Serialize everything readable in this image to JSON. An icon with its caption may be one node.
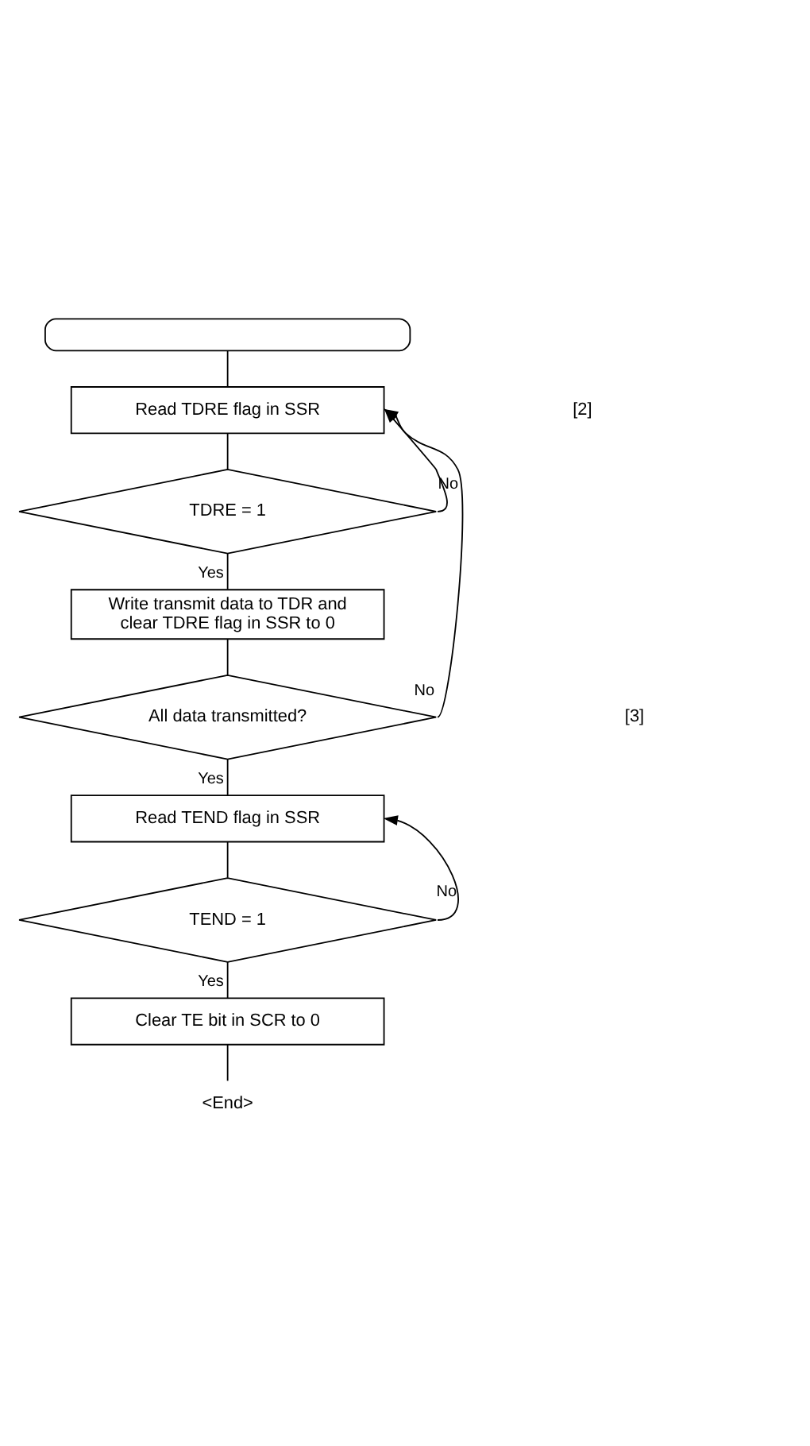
{
  "diagram": {
    "nodes": [
      {
        "text": [],
        "shape": "box"
      },
      {
        "text": [
          "Read TDRE flag in SSR"
        ]
      },
      {
        "text": [
          "TDRE = 1"
        ]
      },
      {
        "text": [
          "Write transmit data to TDR and clear TDRE flag in SSR to 0"
        ]
      },
      {
        "text": [
          "All data transmitted?"
        ]
      },
      {
        "text": [
          "Read TEND flag in SSR"
        ]
      },
      {
        "text": [
          "TEND = 1"
        ]
      },
      {
        "text": [
          "Clear TE bit in SCR to 0"
        ]
      },
      {
        "text": [
          "<End>"
        ]
      }
    ],
    "edges": [
      {
        "from": 0,
        "to": 1,
        "arrow": "none"
      },
      {
        "from": 1,
        "to": 2,
        "arrow": "none"
      },
      {
        "from": 2,
        "to": 1,
        "arrow": "to",
        "label": "No"
      },
      {
        "from": 2,
        "to": 3,
        "arrow": "none",
        "label": "Yes"
      },
      {
        "from": 3,
        "to": 4,
        "arrow": "none"
      },
      {
        "from": 4,
        "to": 1,
        "arrow": "to",
        "label": "No"
      },
      {
        "from": 4,
        "to": 5,
        "arrow": "none",
        "label": "Yes"
      },
      {
        "from": 5,
        "to": 6,
        "arrow": "none"
      },
      {
        "from": 6,
        "to": 5,
        "arrow": "to",
        "label": "No"
      },
      {
        "from": 6,
        "to": 7,
        "arrow": "none",
        "label": "Yes"
      },
      {
        "from": 7,
        "to": 8,
        "arrow": "none"
      }
    ],
    "labels": [
      "[2]",
      "[3]"
    ]
  }
}
